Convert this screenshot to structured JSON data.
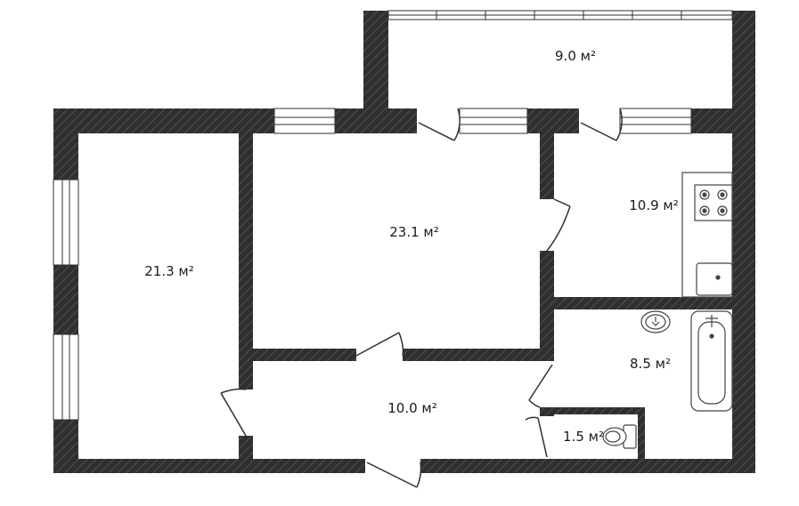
{
  "rooms": [
    {
      "id": "balcony",
      "area": "9.0 м²"
    },
    {
      "id": "room-left",
      "area": "21.3 м²"
    },
    {
      "id": "room-center",
      "area": "23.1 м²"
    },
    {
      "id": "kitchen",
      "area": "10.9 м²"
    },
    {
      "id": "bathroom",
      "area": "8.5 м²"
    },
    {
      "id": "hallway",
      "area": "10.0 м²"
    },
    {
      "id": "toilet",
      "area": "1.5 м²"
    }
  ],
  "colors": {
    "wall": "#2f2f2f",
    "hatch": "#5a5a5a",
    "fixture": "#444444",
    "background": "#ffffff"
  }
}
